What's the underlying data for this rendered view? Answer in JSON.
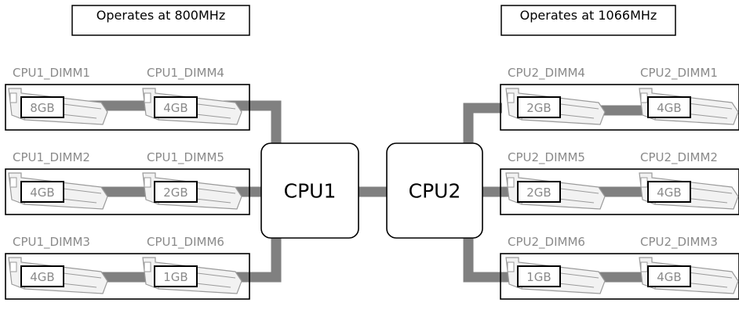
{
  "notes": {
    "left": "Operates at 800MHz",
    "right": "Operates at 1066MHz"
  },
  "cpus": [
    {
      "id": "cpu1",
      "label": "CPU1"
    },
    {
      "id": "cpu2",
      "label": "CPU2"
    }
  ],
  "banks": [
    {
      "side": "left",
      "row": 0,
      "slots": [
        {
          "label": "CPU1_DIMM1",
          "size": "8GB"
        },
        {
          "label": "CPU1_DIMM4",
          "size": "4GB"
        }
      ]
    },
    {
      "side": "left",
      "row": 1,
      "slots": [
        {
          "label": "CPU1_DIMM2",
          "size": "4GB"
        },
        {
          "label": "CPU1_DIMM5",
          "size": "2GB"
        }
      ]
    },
    {
      "side": "left",
      "row": 2,
      "slots": [
        {
          "label": "CPU1_DIMM3",
          "size": "4GB"
        },
        {
          "label": "CPU1_DIMM6",
          "size": "1GB"
        }
      ]
    },
    {
      "side": "right",
      "row": 0,
      "slots": [
        {
          "label": "CPU2_DIMM4",
          "size": "2GB"
        },
        {
          "label": "CPU2_DIMM1",
          "size": "4GB"
        }
      ]
    },
    {
      "side": "right",
      "row": 1,
      "slots": [
        {
          "label": "CPU2_DIMM5",
          "size": "2GB"
        },
        {
          "label": "CPU2_DIMM2",
          "size": "4GB"
        }
      ]
    },
    {
      "side": "right",
      "row": 2,
      "slots": [
        {
          "label": "CPU2_DIMM6",
          "size": "1GB"
        },
        {
          "label": "CPU2_DIMM3",
          "size": "4GB"
        }
      ]
    }
  ],
  "colors": {
    "line": "#808080",
    "label": "#8a8a8a",
    "border": "#000000",
    "stick": "#f2f2f2",
    "stickEdge": "#9a9a9a"
  }
}
